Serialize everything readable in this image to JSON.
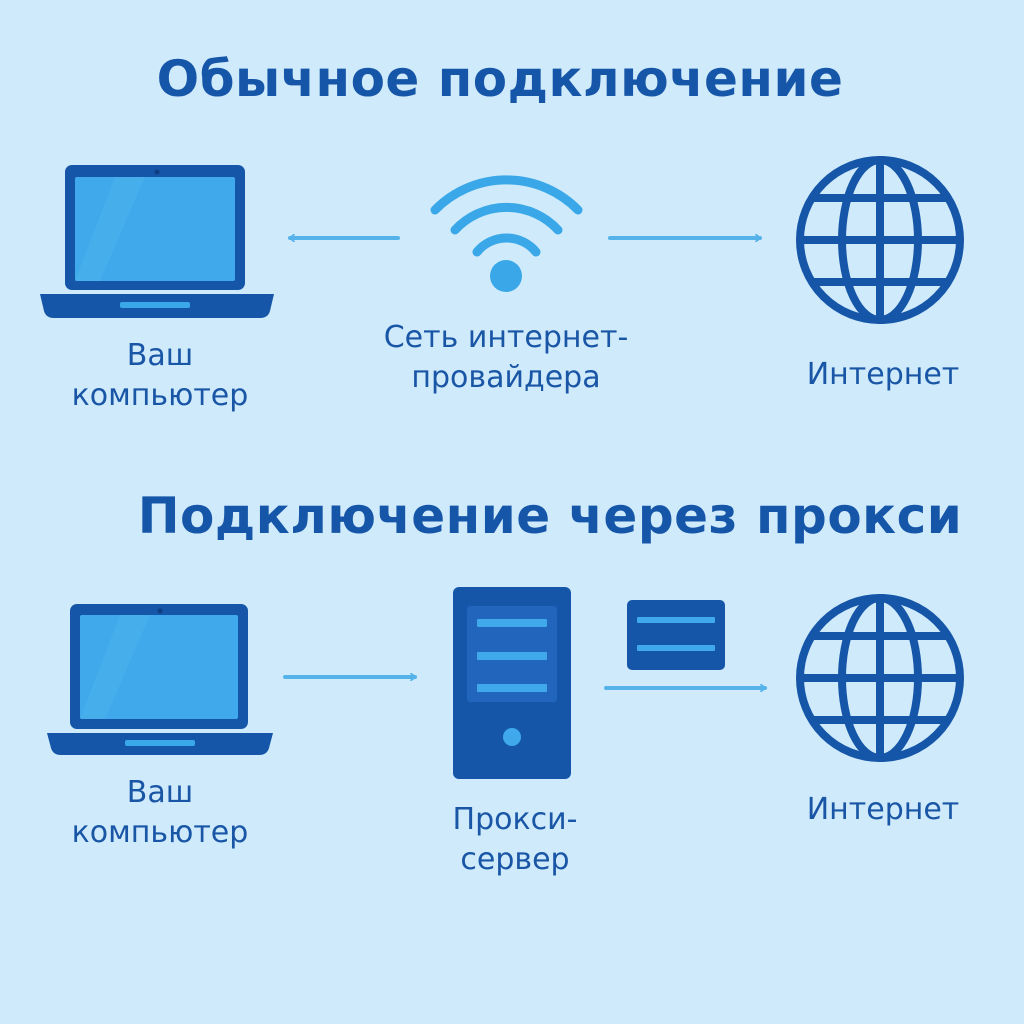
{
  "direct": {
    "title": "Обычное подключение",
    "computer_label": [
      "Ваш",
      "компьютер"
    ],
    "isp_label": [
      "Сеть интернет-",
      "провайдера"
    ],
    "internet_label": "Интернет"
  },
  "proxy": {
    "title": "Подключение через прокси",
    "computer_label": [
      "Ваш",
      "компьютер"
    ],
    "server_label": [
      "Прокси-",
      "сервер"
    ],
    "internet_label": "Интернет"
  },
  "colors": {
    "background": "#cfeafb",
    "primary": "#1656a8",
    "accent": "#3aa8e8",
    "screen": "#3fa9ec"
  },
  "icons": [
    "laptop-icon",
    "wifi-icon",
    "globe-icon",
    "server-icon",
    "data-packet-icon",
    "arrow-icon"
  ]
}
